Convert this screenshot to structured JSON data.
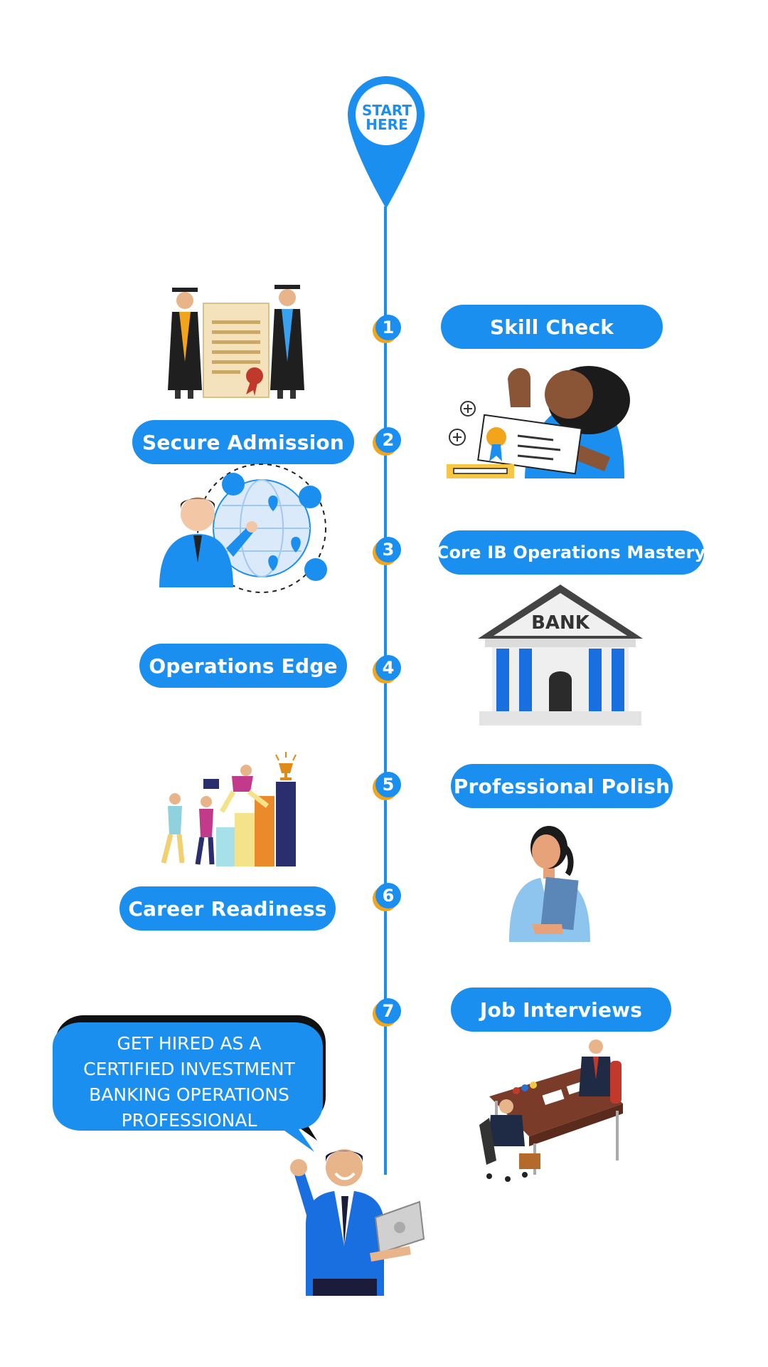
{
  "pin": {
    "label": "START\nHERE"
  },
  "steps": [
    {
      "number": "1",
      "label": "Skill Check"
    },
    {
      "number": "2",
      "label": "Secure Admission"
    },
    {
      "number": "3",
      "label": "Core IB Operations Mastery"
    },
    {
      "number": "4",
      "label": "Operations Edge"
    },
    {
      "number": "5",
      "label": "Professional Polish"
    },
    {
      "number": "6",
      "label": "Career Readiness"
    },
    {
      "number": "7",
      "label": "Job Interviews"
    }
  ],
  "bank_sign": "BANK",
  "goal_text": "GET HIRED AS A\nCERTIFIED INVESTMENT\nBANKING OPERATIONS\nPROFESSIONAL",
  "colors": {
    "primary": "#1a8ff0",
    "accent": "#f2a51a",
    "white": "#ffffff"
  }
}
